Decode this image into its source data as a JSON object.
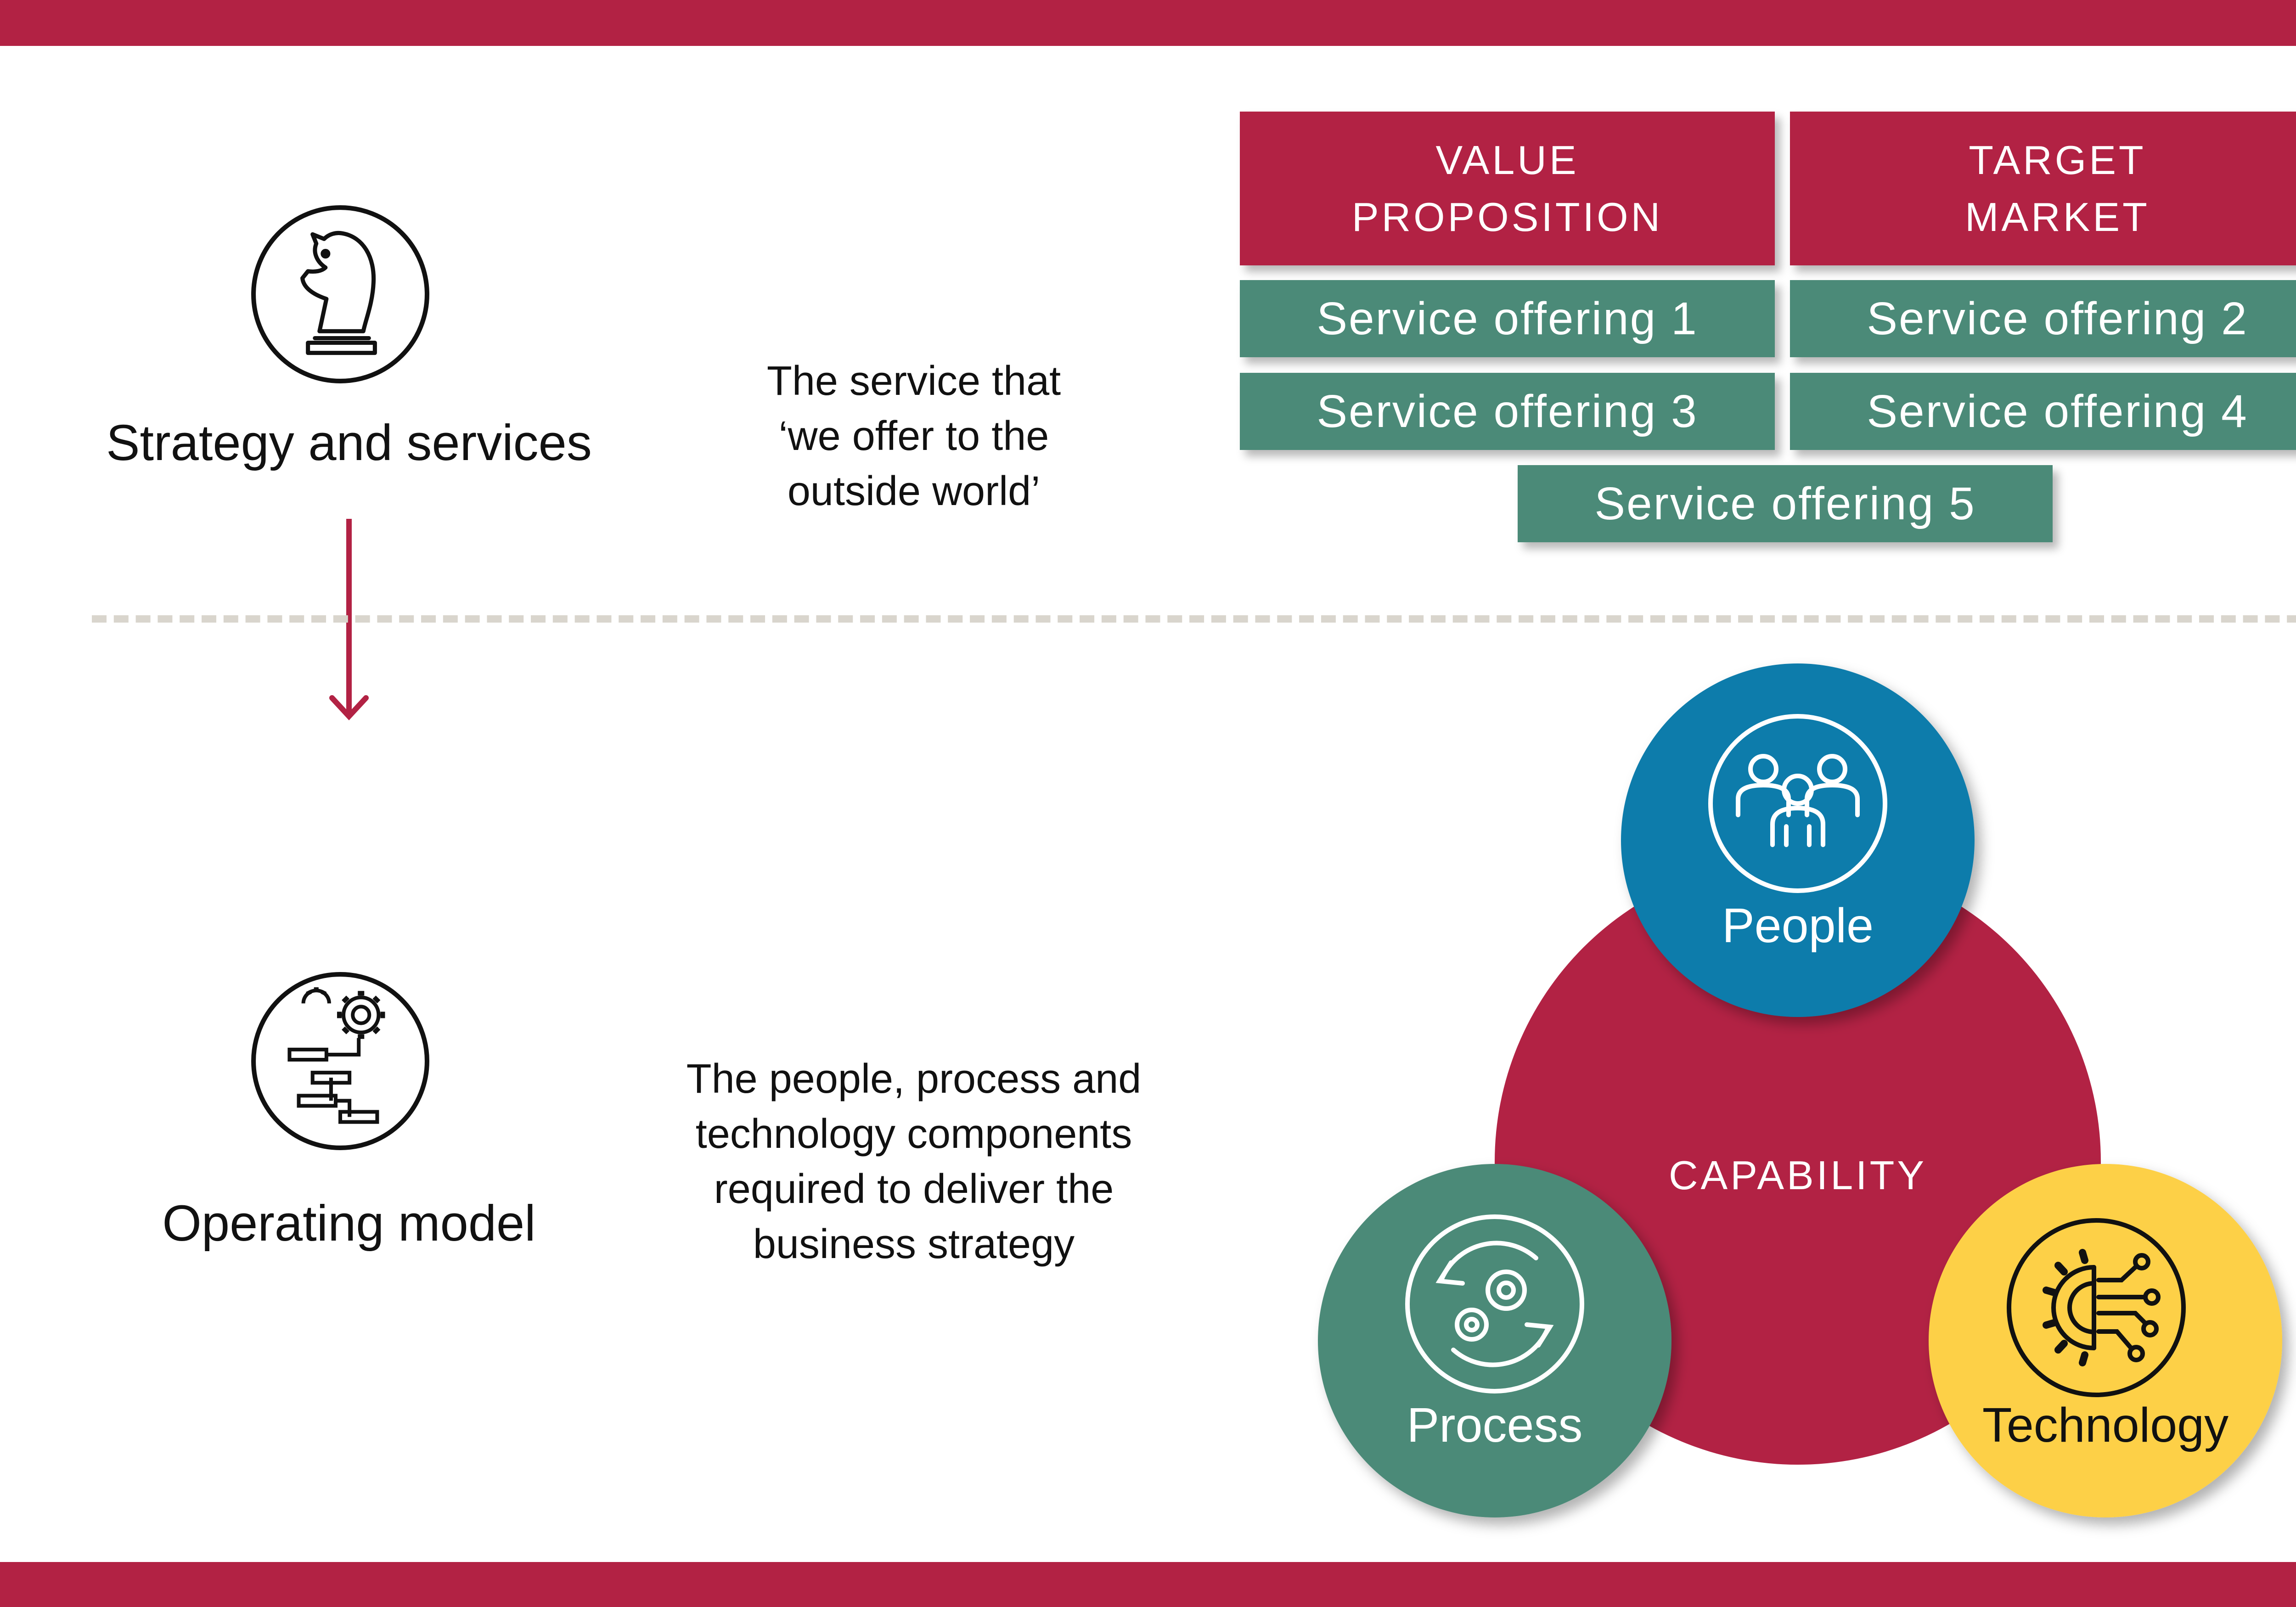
{
  "colors": {
    "brand_red": "#b22244",
    "green": "#4b8a78",
    "blue": "#0b7bab",
    "yellow": "#fdd047",
    "divider": "#d9d5cd"
  },
  "sections": {
    "strategy": {
      "icon": "chess-knight-icon",
      "label": "Strategy and services",
      "description": [
        "The service that",
        "‘we offer to the",
        "outside world’"
      ]
    },
    "operating": {
      "icon": "gears-flowchart-icon",
      "label": "Operating model",
      "description": [
        "The people, process and",
        "technology components",
        "required to deliver the",
        "business strategy"
      ]
    }
  },
  "boxes": {
    "value_proposition": [
      "VALUE",
      "PROPOSITION"
    ],
    "target_market": [
      "TARGET",
      "MARKET"
    ],
    "offerings": [
      "Service offering 1",
      "Service offering 2",
      "Service offering 3",
      "Service offering 4",
      "Service offering 5"
    ]
  },
  "capability": {
    "center": "CAPABILITY",
    "people": {
      "label": "People",
      "icon": "people-group-icon"
    },
    "process": {
      "label": "Process",
      "icon": "process-cycle-gears-icon"
    },
    "technology": {
      "label": "Technology",
      "icon": "tech-circuit-gear-icon"
    }
  }
}
